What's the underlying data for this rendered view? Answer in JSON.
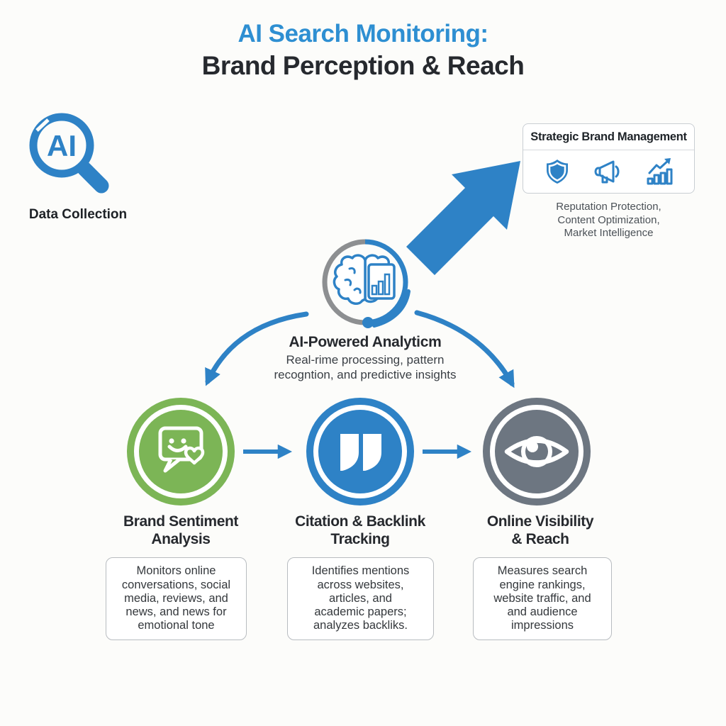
{
  "title": {
    "line1": "AI Search Monitoring:",
    "line2": "Brand Perception & Reach"
  },
  "colors": {
    "primary_blue": "#2e82c6",
    "title_blue": "#2e8fd2",
    "green": "#7cb556",
    "gray": "#6d7681",
    "dark_text": "#26292e",
    "background": "#fcfcfa"
  },
  "data_collection": {
    "icon": "ai-magnifier-icon",
    "icon_text": "AI",
    "label": "Data Collection"
  },
  "strategic": {
    "title": "Strategic Brand Management",
    "icons": [
      "shield-icon",
      "megaphone-icon",
      "growth-chart-icon"
    ],
    "caption": "Reputation Protection,\nContent Optimization,\nMarket Intelligence"
  },
  "analytics": {
    "icon": "brain-analytics-icon",
    "title": "AI-Powered Analyticm",
    "subtitle": "Real-rime processing, pattern\nrecogntion, and predictive insights"
  },
  "pillars": [
    {
      "icon": "chat-smiley-heart-icon",
      "color": "#7cb556",
      "title": "Brand Sentiment\nAnalysis",
      "description": "Monitors online\nconversations, social\nmedia, reviews, and\nnews, and news for\nemotional tone"
    },
    {
      "icon": "quotation-marks-icon",
      "color": "#2e82c6",
      "title": "Citation & Backlink\nTracking",
      "description": "Identifies mentions\nacross websites,\narticles, and\nacademic papers;\nanalyzes backliks."
    },
    {
      "icon": "eye-icon",
      "color": "#6d7681",
      "title": "Online Visibility\n& Reach",
      "description": "Measures search\nengine rankings,\nwebsite traffic, and\nand audience\nimpressions"
    }
  ]
}
